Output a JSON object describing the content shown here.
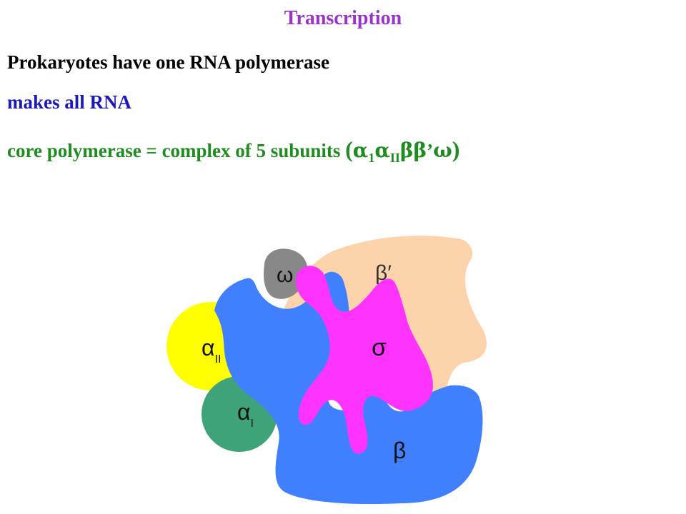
{
  "title": "Transcription",
  "lines": {
    "prokaryotes": "Prokaryotes have one RNA polymerase",
    "makes_all": "makes all RNA",
    "core_text": "core polymerase = complex of 5 subunits ",
    "formula": {
      "open": "(",
      "alpha": "α",
      "sub_1": "1",
      "sub_2": "II",
      "beta": "β",
      "prime": "’",
      "omega": "ω",
      "close": ")"
    }
  },
  "subunits": {
    "alpha_II": {
      "symbol": "α",
      "sub": "II",
      "color": "#ffff00"
    },
    "alpha_I": {
      "symbol": "α",
      "sub": "I",
      "color": "#3fa37a"
    },
    "beta": {
      "symbol": "β",
      "color": "#4080ff"
    },
    "beta_prime": {
      "symbol": "β′",
      "color": "#fcd3aa"
    },
    "omega": {
      "symbol": "ω",
      "color": "#888888"
    },
    "sigma": {
      "symbol": "σ",
      "color": "#ff33ff"
    }
  },
  "colors": {
    "title": "#9933cc",
    "line_black": "#000000",
    "line_blue": "#1a1ab8",
    "line_green": "#1e8c1e"
  }
}
